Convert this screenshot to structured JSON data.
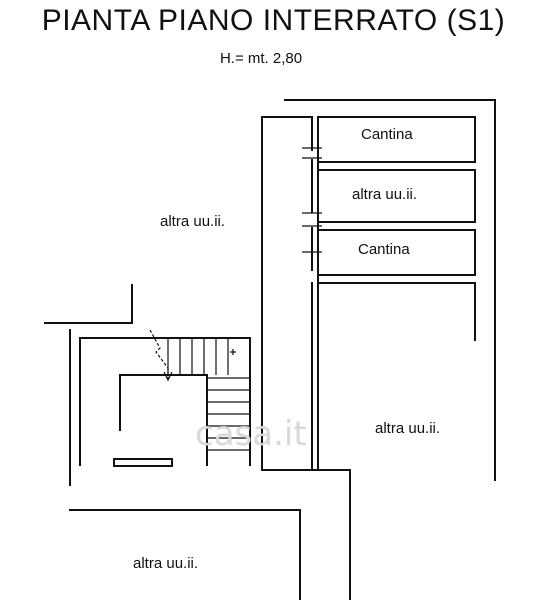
{
  "plan": {
    "title": "PIANTA PIANO INTERRATO (S1)",
    "height_note": "H.= mt. 2,80",
    "rooms": [
      {
        "id": "cantina-top",
        "label": "Cantina"
      },
      {
        "id": "altra-right-upper",
        "label": "altra uu.ii."
      },
      {
        "id": "cantina-middle",
        "label": "Cantina"
      },
      {
        "id": "altra-left",
        "label": "altra uu.ii."
      },
      {
        "id": "altra-right-lower",
        "label": "altra uu.ii."
      },
      {
        "id": "altra-bottom",
        "label": "altra uu.ii."
      }
    ],
    "watermark": "casa.it"
  }
}
